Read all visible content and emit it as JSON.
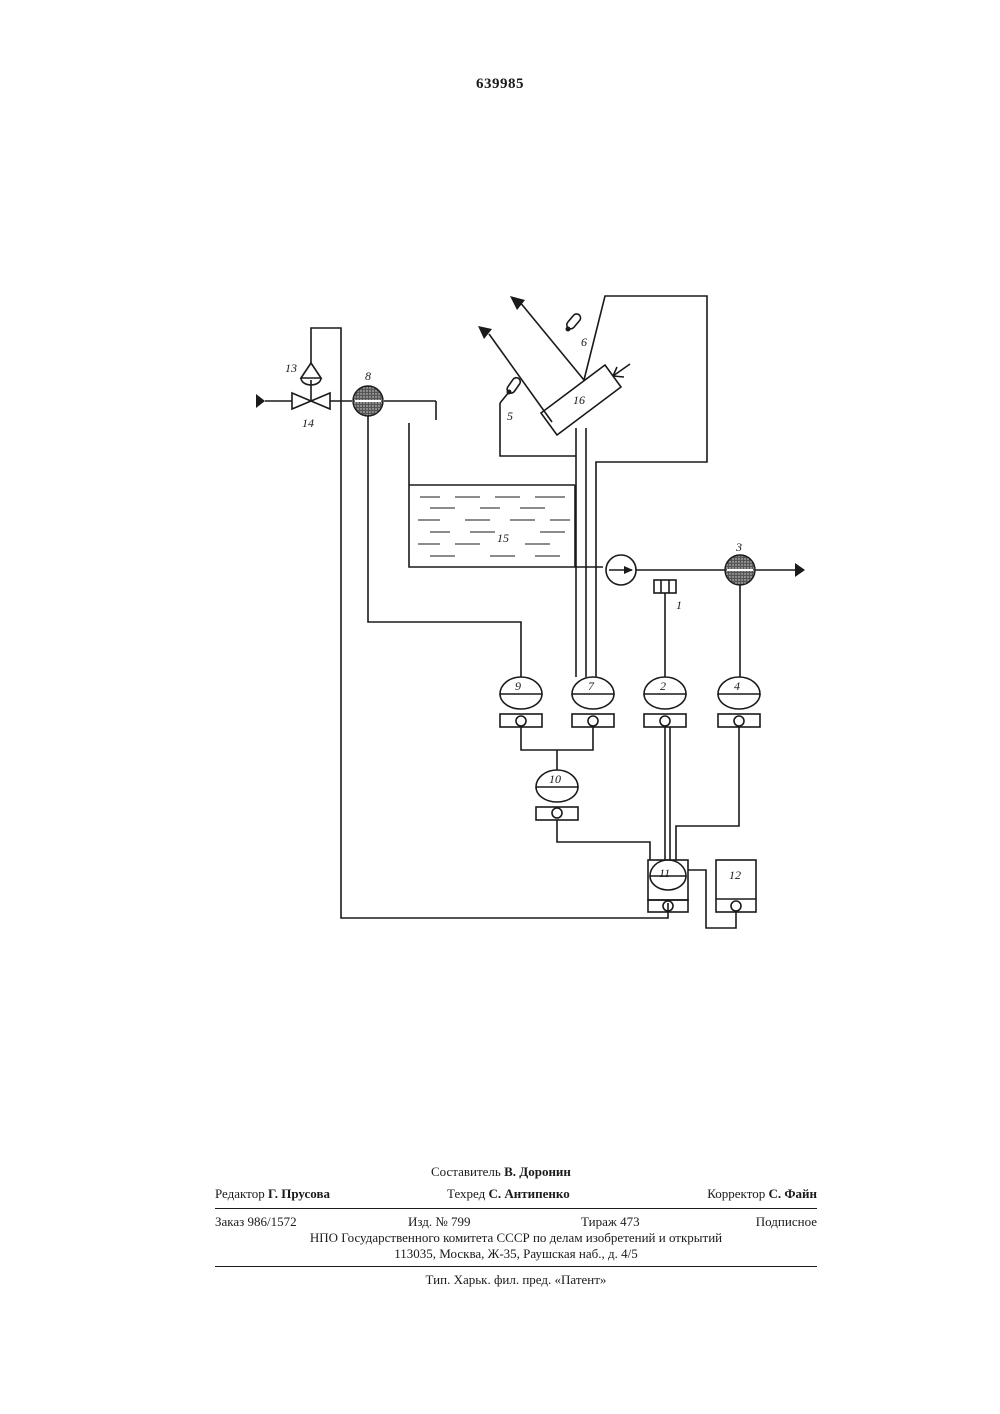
{
  "header": {
    "patent_number": "639985"
  },
  "diagram": {
    "labels": {
      "l1": "1",
      "l2": "2",
      "l3": "3",
      "l4": "4",
      "l5": "5",
      "l6": "6",
      "l7": "7",
      "l8": "8",
      "l9": "9",
      "l10": "10",
      "l11": "11",
      "l12": "12",
      "l13": "13",
      "l14": "14",
      "l15": "15",
      "l16": "16"
    }
  },
  "footer": {
    "compiler_label": "Составитель",
    "compiler_name": "В. Доронин",
    "editor_label": "Редактор",
    "editor_name": "Г. Прусова",
    "techred_label": "Техред",
    "techred_name": "С. Антипенко",
    "corrector_label": "Корректор",
    "corrector_name": "С. Файн",
    "order": "Заказ 986/1572",
    "edition": "Изд. № 799",
    "circulation": "Тираж 473",
    "subscription": "Подписное",
    "organization": "НПО Государственного комитета СССР по делам изобретений и открытий",
    "address": "113035, Москва, Ж-35, Раушская наб., д. 4/5",
    "printer": "Тип. Харьк. фил. пред. «Патент»"
  }
}
